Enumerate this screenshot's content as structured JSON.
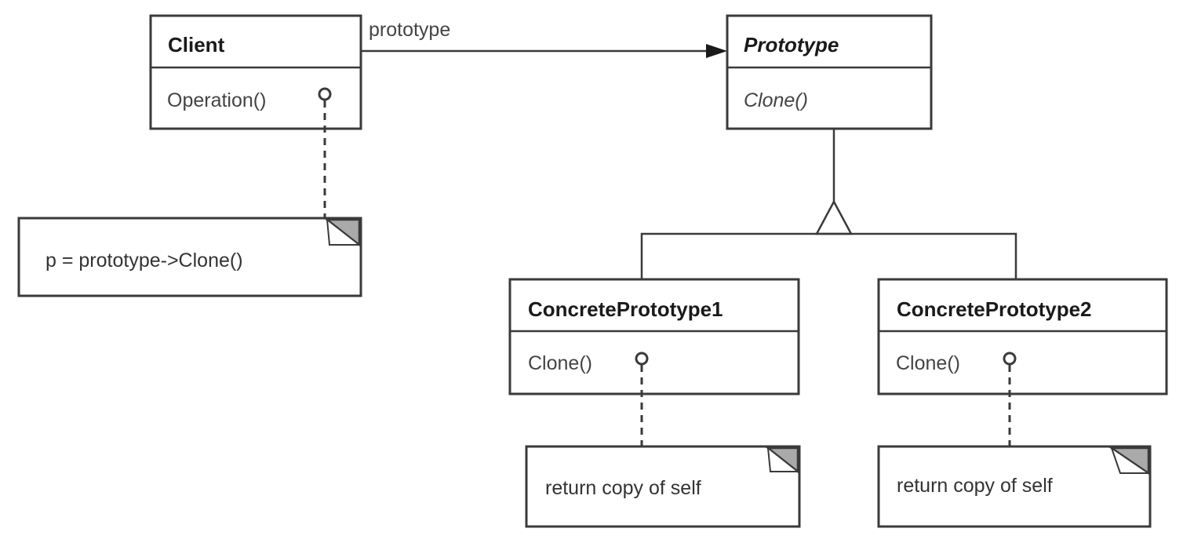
{
  "diagram": {
    "type": "UML class diagram",
    "pattern": "Prototype",
    "classes": {
      "client": {
        "name": "Client",
        "operations": [
          "Operation()"
        ],
        "abstract": false
      },
      "prototype": {
        "name": "Prototype",
        "operations": [
          "Clone()"
        ],
        "abstract": true
      },
      "concrete1": {
        "name": "ConcretePrototype1",
        "operations": [
          "Clone()"
        ],
        "abstract": false
      },
      "concrete2": {
        "name": "ConcretePrototype2",
        "operations": [
          "Clone()"
        ],
        "abstract": false
      }
    },
    "associations": [
      {
        "from": "Client",
        "to": "Prototype",
        "label": "prototype",
        "kind": "association"
      }
    ],
    "generalizations": [
      {
        "parent": "Prototype",
        "children": [
          "ConcretePrototype1",
          "ConcretePrototype2"
        ]
      }
    ],
    "notes": {
      "client_note": {
        "text": "p = prototype->Clone()",
        "attached_to": "Client.Operation()"
      },
      "concrete1_note": {
        "text": "return copy of self",
        "attached_to": "ConcretePrototype1.Clone()"
      },
      "concrete2_note": {
        "text": "return copy of self",
        "attached_to": "ConcretePrototype2.Clone()"
      }
    },
    "colors": {
      "stroke": "#3a3a3a",
      "fold": "#aaaaaa",
      "background": "#ffffff"
    }
  }
}
